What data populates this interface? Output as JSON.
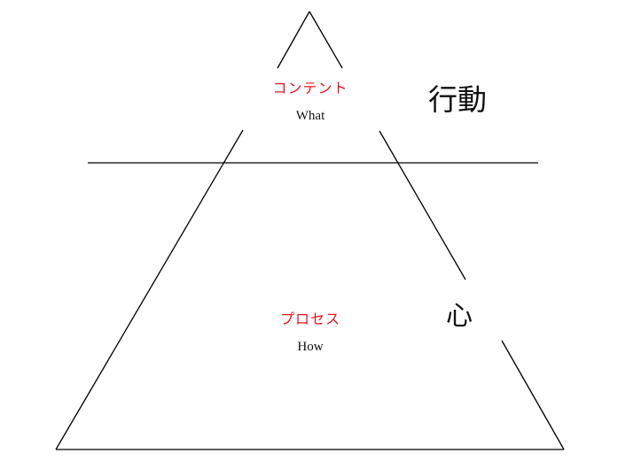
{
  "upper_section": {
    "label_jp": "コンテント",
    "label_en": "What",
    "side_label": "行動"
  },
  "lower_section": {
    "label_jp": "プロセス",
    "label_en": "How",
    "side_label": "心"
  },
  "colors": {
    "line": "#000000",
    "accent": "#e8141c",
    "text": "#111111"
  }
}
